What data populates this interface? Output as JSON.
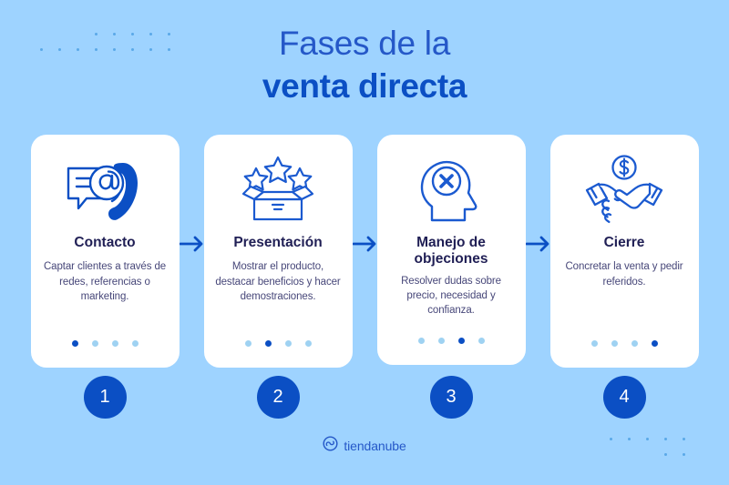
{
  "background_color": "#9ed3ff",
  "colors": {
    "accent_blue": "#0b4fc4",
    "title_blue": "#2558c8",
    "card_title_navy": "#201f55",
    "card_body_slate": "#474779",
    "dot_inactive": "#9fd2f2",
    "deco_dot": "#5aa8e8",
    "card_white": "#ffffff"
  },
  "header": {
    "line1": "Fases de la",
    "line2": "venta directa"
  },
  "cards": [
    {
      "icon_name": "contact-email-phone-icon",
      "title": "Contacto",
      "description": "Captar clientes a través de redes, referencias o marketing.",
      "active_dot": 1,
      "dot_count": 4,
      "badge": "1"
    },
    {
      "icon_name": "product-box-stars-icon",
      "title": "Presentación",
      "description": "Mostrar el producto, destacar beneficios y hacer demostraciones.",
      "active_dot": 2,
      "dot_count": 4,
      "badge": "2"
    },
    {
      "icon_name": "head-objection-x-icon",
      "title": "Manejo de objeciones",
      "description": "Resolver dudas sobre precio, necesidad y confianza.",
      "active_dot": 3,
      "dot_count": 4,
      "badge": "3"
    },
    {
      "icon_name": "handshake-dollar-icon",
      "title": "Cierre",
      "description": "Concretar la venta y pedir referidos.",
      "active_dot": 4,
      "dot_count": 4,
      "badge": "4"
    }
  ],
  "arrows": [
    {
      "icon_name": "arrow-right-icon"
    },
    {
      "icon_name": "arrow-right-icon"
    },
    {
      "icon_name": "arrow-right-icon"
    }
  ],
  "footer": {
    "logo_icon_name": "tiendanube-cloud-icon",
    "brand": "tiendanube"
  },
  "decorations": {
    "top_left": {
      "name": "dot-grid-top-left",
      "rows": 2,
      "cols": 8
    },
    "bottom_right": {
      "name": "dot-grid-bottom-right",
      "rows": 2,
      "cols": 5
    }
  }
}
